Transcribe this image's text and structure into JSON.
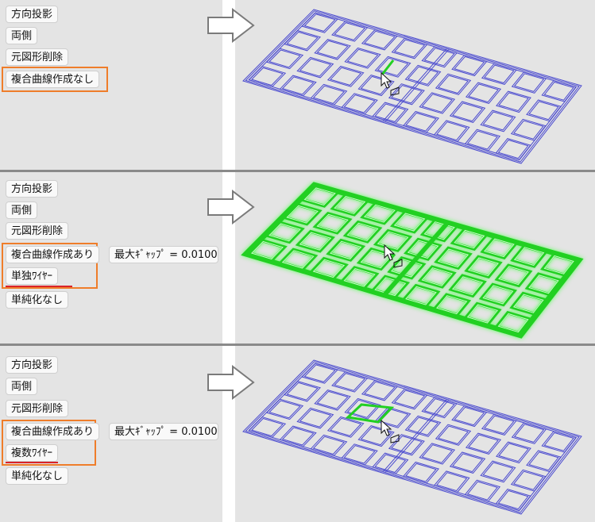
{
  "panels": [
    {
      "buttons": [
        "方向投影",
        "両側",
        "元図形削除",
        "複合曲線作成なし"
      ],
      "highlight": "none-single"
    },
    {
      "buttons": [
        "方向投影",
        "両側",
        "元図形削除",
        "複合曲線作成あり",
        "単独ﾜｲﾔｰ",
        "単純化なし"
      ],
      "gap_label": "最大ｷﾞｬｯﾌﾟ",
      "gap_value": "0.0100"
    },
    {
      "buttons": [
        "方向投影",
        "両側",
        "元図形削除",
        "複合曲線作成あり",
        "複数ﾜｲﾔｰ",
        "単純化なし"
      ],
      "gap_label": "最大ｷﾞｬｯﾌﾟ",
      "gap_value": "0.0100"
    }
  ],
  "colors": {
    "panel_bg": "#e4e4e4",
    "highlight_border": "#ef7d2a",
    "underline": "#d9232a",
    "wire": "#4a4acf",
    "selected": "#22d022"
  },
  "icons": [
    "right-arrow-icon",
    "cursor-icon"
  ]
}
